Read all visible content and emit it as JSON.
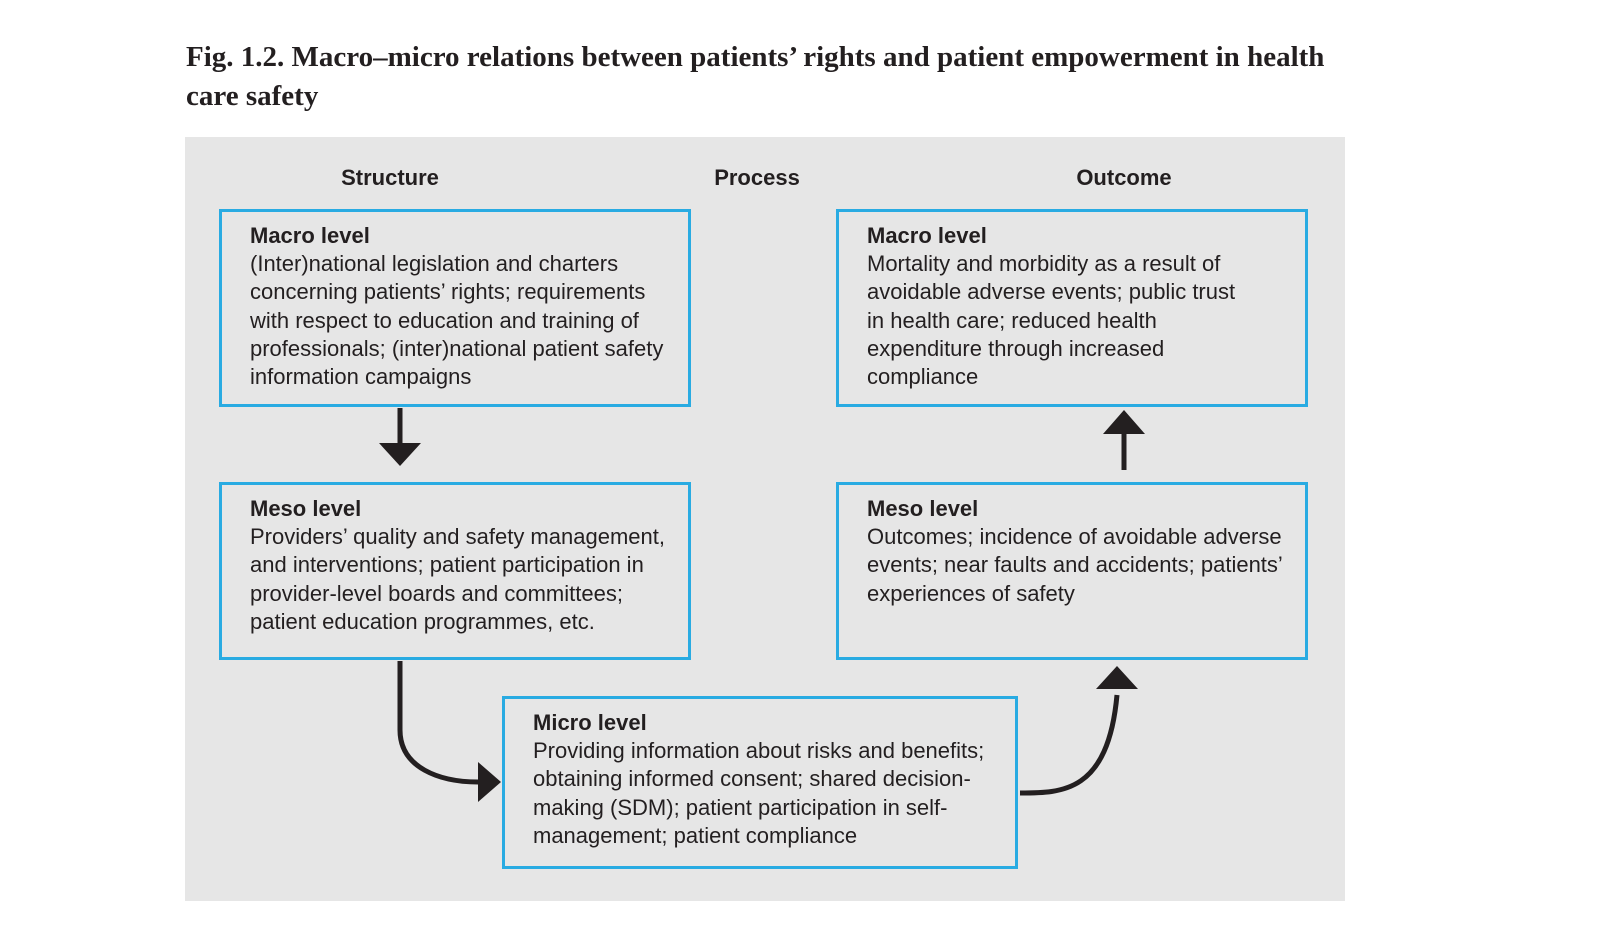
{
  "figure": {
    "title": "Fig. 1.2. Macro–micro relations between patients’ rights and patient empowerment in health care safety"
  },
  "columns": {
    "structure": "Structure",
    "process": "Process",
    "outcome": "Outcome"
  },
  "boxes": {
    "structure_macro": {
      "level": "Macro level",
      "text": "(Inter)national legislation and charters concerning patients’ rights; requirements with respect to education and training of professionals; (inter)national patient safety information campaigns"
    },
    "structure_meso": {
      "level": "Meso level",
      "text": "Providers’ quality and safety management, and interventions; patient participation in provider-level boards and committees; patient education programmes, etc."
    },
    "process_micro": {
      "level": "Micro level",
      "text": "Providing information about risks and benefits; obtaining informed consent; shared decision-making (SDM); patient participation in self-management; patient compliance"
    },
    "outcome_meso": {
      "level": "Meso level",
      "text": "Outcomes; incidence of avoidable adverse events; near faults and accidents; patients’ experiences of safety"
    },
    "outcome_macro": {
      "level": "Macro level",
      "text": "Mortality and morbidity as a result of avoidable adverse events; public trust in health care; reduced health expenditure through increased compliance"
    }
  },
  "colors": {
    "panel_background": "#e6e6e6",
    "box_border": "#29abe2",
    "arrow": "#231f20",
    "text": "#231f20"
  }
}
